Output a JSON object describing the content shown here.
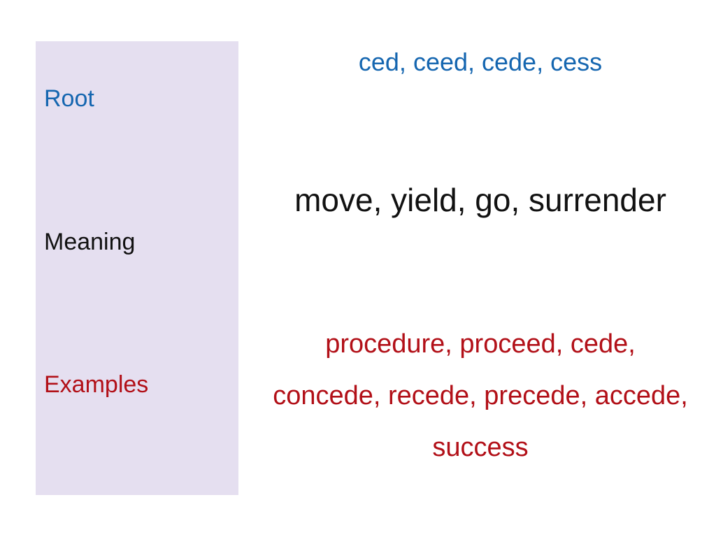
{
  "labels": {
    "root": "Root",
    "meaning": "Meaning",
    "examples": "Examples"
  },
  "content": {
    "root": "ced, ceed, cede, cess",
    "meaning": "move, yield, go, surrender",
    "examples": [
      "procedure, proceed, cede,",
      "concede, recede, precede, accede,",
      "success"
    ]
  },
  "colors": {
    "root": "#1566b0",
    "meaning": "#111111",
    "examples": "#b21018",
    "panel": "#e5dff0"
  }
}
